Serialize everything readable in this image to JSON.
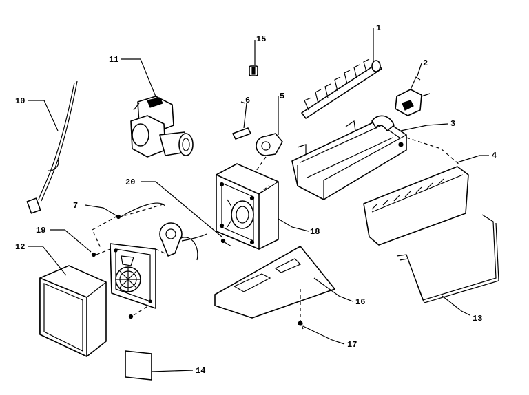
{
  "callouts": {
    "c1": "1",
    "c2": "2",
    "c3": "3",
    "c4": "4",
    "c5": "5",
    "c6": "6",
    "c7": "7",
    "c10": "10",
    "c11": "11",
    "c12": "12",
    "c13": "13",
    "c14": "14",
    "c15": "15",
    "c16": "16",
    "c17": "17",
    "c18": "18",
    "c19": "19",
    "c20": "20"
  },
  "colors": {
    "ink": "#000000",
    "paper": "#ffffff"
  }
}
